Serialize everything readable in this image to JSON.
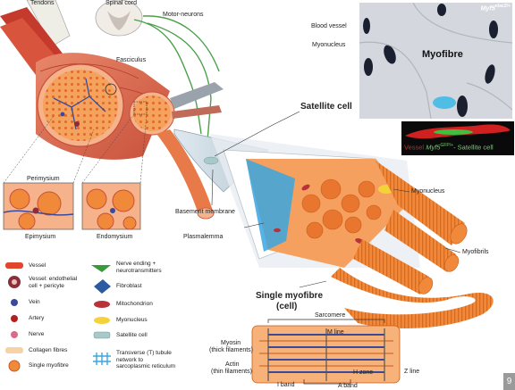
{
  "labels": {
    "tendons": "Tendons",
    "spinal_cord": "Spinal cord",
    "motor_neurons": "Motor-neurons",
    "fasciculus": "Fasciculus",
    "perimysium": "Perimysium",
    "epimysium": "Epimysium",
    "endomysium": "Endomysium",
    "satellite_cell": "Satellite cell",
    "basement_membrane": "Basement membrane",
    "plasmalemma": "Plasmalemma",
    "myonucleus": "Myonucleus",
    "myofibrils": "Myofibrils",
    "single_myofibre": "Single myofibre",
    "single_myofibre_cell": "(cell)",
    "sarcomere": "Sarcomere",
    "m_line": "M line",
    "myosin": "Myosin",
    "myosin_sub": "(thick filaments)",
    "actin": "Actin",
    "actin_sub": "(thin filaments)",
    "h_zone": "H zone",
    "z_line": "Z line",
    "i_band": "I band",
    "a_band": "A band"
  },
  "micrograph": {
    "title": "Myf5",
    "title_sup": "nlacZ/+",
    "blood_vessel": "Blood vessel",
    "myonucleus": "Myonucleus",
    "myofibre": "Myofibre"
  },
  "fluorescence": {
    "vessel": "Vessel",
    "myf5": "Myf5",
    "myf5_sup": "GFP/+",
    "satellite": "Satellite cell"
  },
  "legend": {
    "items": [
      {
        "label": "Vessel",
        "icon": "vessel-icon",
        "color": "#e0452d"
      },
      {
        "label": "Vessel: endothelial cell + pericyte",
        "icon": "vessel-cross-section-icon",
        "color": "#8c2e3a"
      },
      {
        "label": "Vein",
        "icon": "vein-icon",
        "color": "#3a4a9a"
      },
      {
        "label": "Artery",
        "icon": "artery-icon",
        "color": "#b02020"
      },
      {
        "label": "Nerve",
        "icon": "nerve-icon",
        "color": "#d86a8a"
      },
      {
        "label": "Collagen fibres",
        "icon": "collagen-icon",
        "color": "#f6d2a4"
      },
      {
        "label": "Single myofibre",
        "icon": "myofibre-icon",
        "color": "#f08a3a"
      },
      {
        "label": "Nerve ending + neurotransmitters",
        "icon": "nerve-ending-icon",
        "color": "#3a9a3a"
      },
      {
        "label": "Fibroblast",
        "icon": "fibroblast-icon",
        "color": "#2a5aa0"
      },
      {
        "label": "Mitochondrion",
        "icon": "mitochondrion-icon",
        "color": "#b8323a"
      },
      {
        "label": "Myonucleus",
        "icon": "myonucleus-icon",
        "color": "#f5d23a"
      },
      {
        "label": "Satellite cell",
        "icon": "satellite-cell-icon",
        "color": "#a9c8c8"
      },
      {
        "label": "Transverse (T) tubule network to sarcoplasmic reticulum",
        "icon": "t-tubule-icon",
        "color": "#3aa6e0"
      }
    ]
  },
  "page_number": "9"
}
